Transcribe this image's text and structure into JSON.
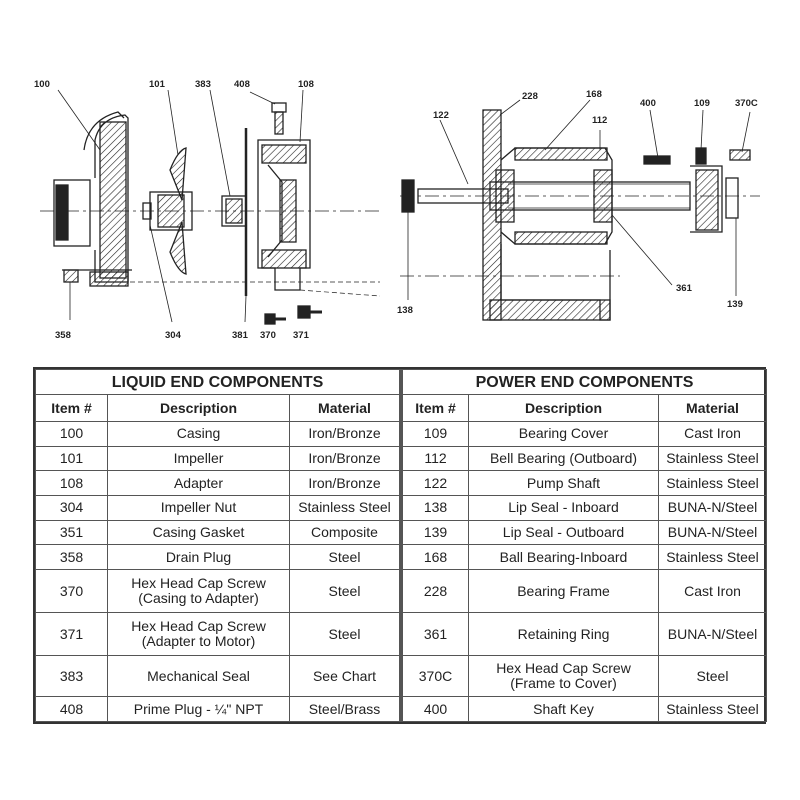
{
  "diagram": {
    "callouts": {
      "c100": "100",
      "c101": "101",
      "c383": "383",
      "c408": "408",
      "c108": "108",
      "c358": "358",
      "c304": "304",
      "c381": "381",
      "c370": "370",
      "c371": "371",
      "c122": "122",
      "c228": "228",
      "c168": "168",
      "c400": "400",
      "c109": "109",
      "c370c": "370C",
      "c112": "112",
      "c361": "361",
      "c138": "138",
      "c139": "139"
    }
  },
  "liquid_end": {
    "title": "LIQUID END COMPONENTS",
    "headers": [
      "Item #",
      "Description",
      "Material"
    ],
    "rows": [
      [
        "100",
        "Casing",
        "Iron/Bronze"
      ],
      [
        "101",
        "Impeller",
        "Iron/Bronze"
      ],
      [
        "108",
        "Adapter",
        "Iron/Bronze"
      ],
      [
        "304",
        "Impeller Nut",
        "Stainless Steel"
      ],
      [
        "351",
        "Casing Gasket",
        "Composite"
      ],
      [
        "358",
        "Drain Plug",
        "Steel"
      ],
      [
        "370",
        "Hex Head Cap Screw\n(Casing to Adapter)",
        "Steel"
      ],
      [
        "371",
        "Hex Head Cap Screw\n(Adapter to Motor)",
        "Steel"
      ],
      [
        "383",
        "Mechanical Seal",
        "See Chart"
      ],
      [
        "408",
        "Prime Plug - ¼\" NPT",
        "Steel/Brass"
      ]
    ]
  },
  "power_end": {
    "title": "POWER END COMPONENTS",
    "headers": [
      "Item #",
      "Description",
      "Material"
    ],
    "rows": [
      [
        "109",
        "Bearing Cover",
        "Cast Iron"
      ],
      [
        "112",
        "Bell Bearing (Outboard)",
        "Stainless Steel"
      ],
      [
        "122",
        "Pump Shaft",
        "Stainless Steel"
      ],
      [
        "138",
        "Lip Seal - Inboard",
        "BUNA-N/Steel"
      ],
      [
        "139",
        "Lip Seal - Outboard",
        "BUNA-N/Steel"
      ],
      [
        "168",
        "Ball Bearing-Inboard",
        "Stainless Steel"
      ],
      [
        "228",
        "Bearing Frame",
        "Cast Iron"
      ],
      [
        "361",
        "Retaining Ring",
        "BUNA-N/Steel"
      ],
      [
        "370C",
        "Hex Head Cap Screw\n(Frame to Cover)",
        "Steel"
      ],
      [
        "400",
        "Shaft Key",
        "Stainless Steel"
      ]
    ]
  }
}
